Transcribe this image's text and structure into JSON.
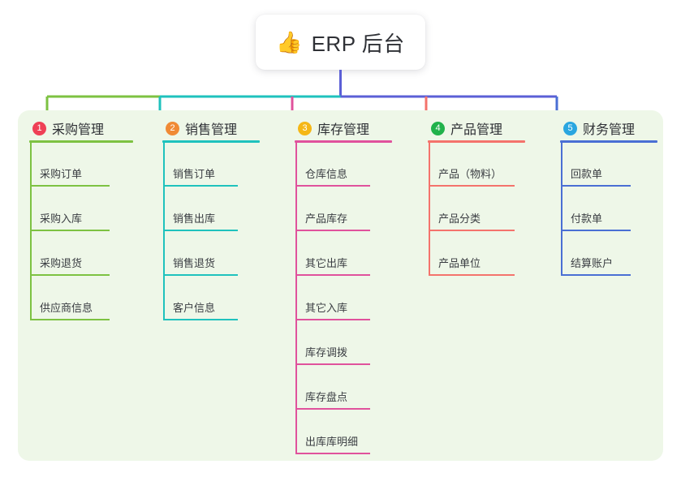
{
  "diagram": {
    "type": "mindmap",
    "canvas_background": "#ffffff",
    "panel_background": "#eef7e8",
    "root": {
      "icon": "thumbs-up-icon",
      "icon_glyph": "👍",
      "title": "ERP 后台",
      "box_background": "#ffffff"
    },
    "trunk_color": "#5b5fd6",
    "branches": [
      {
        "index": "1",
        "title": "采购管理",
        "badge_color": "#ef4056",
        "line_color": "#7dc242",
        "children": [
          {
            "label": "采购订单"
          },
          {
            "label": "采购入库"
          },
          {
            "label": "采购退货"
          },
          {
            "label": "供应商信息"
          }
        ]
      },
      {
        "index": "2",
        "title": "销售管理",
        "badge_color": "#f08a35",
        "line_color": "#1fc2bd",
        "children": [
          {
            "label": "销售订单"
          },
          {
            "label": "销售出库"
          },
          {
            "label": "销售退货"
          },
          {
            "label": "客户信息"
          }
        ]
      },
      {
        "index": "3",
        "title": "库存管理",
        "badge_color": "#f5b716",
        "line_color": "#e0529c",
        "children": [
          {
            "label": "仓库信息"
          },
          {
            "label": "产品库存"
          },
          {
            "label": "其它出库"
          },
          {
            "label": "其它入库"
          },
          {
            "label": "库存调拨"
          },
          {
            "label": "库存盘点"
          },
          {
            "label": "出库库明细"
          }
        ]
      },
      {
        "index": "4",
        "title": "产品管理",
        "badge_color": "#21b24b",
        "line_color": "#f4736c",
        "children": [
          {
            "label": "产品（物料）"
          },
          {
            "label": "产品分类"
          },
          {
            "label": "产品单位"
          }
        ]
      },
      {
        "index": "5",
        "title": "财务管理",
        "badge_color": "#2aa6e0",
        "line_color": "#4a6fd4",
        "children": [
          {
            "label": "回款单"
          },
          {
            "label": "付款单"
          },
          {
            "label": "结算账户"
          }
        ]
      }
    ]
  }
}
